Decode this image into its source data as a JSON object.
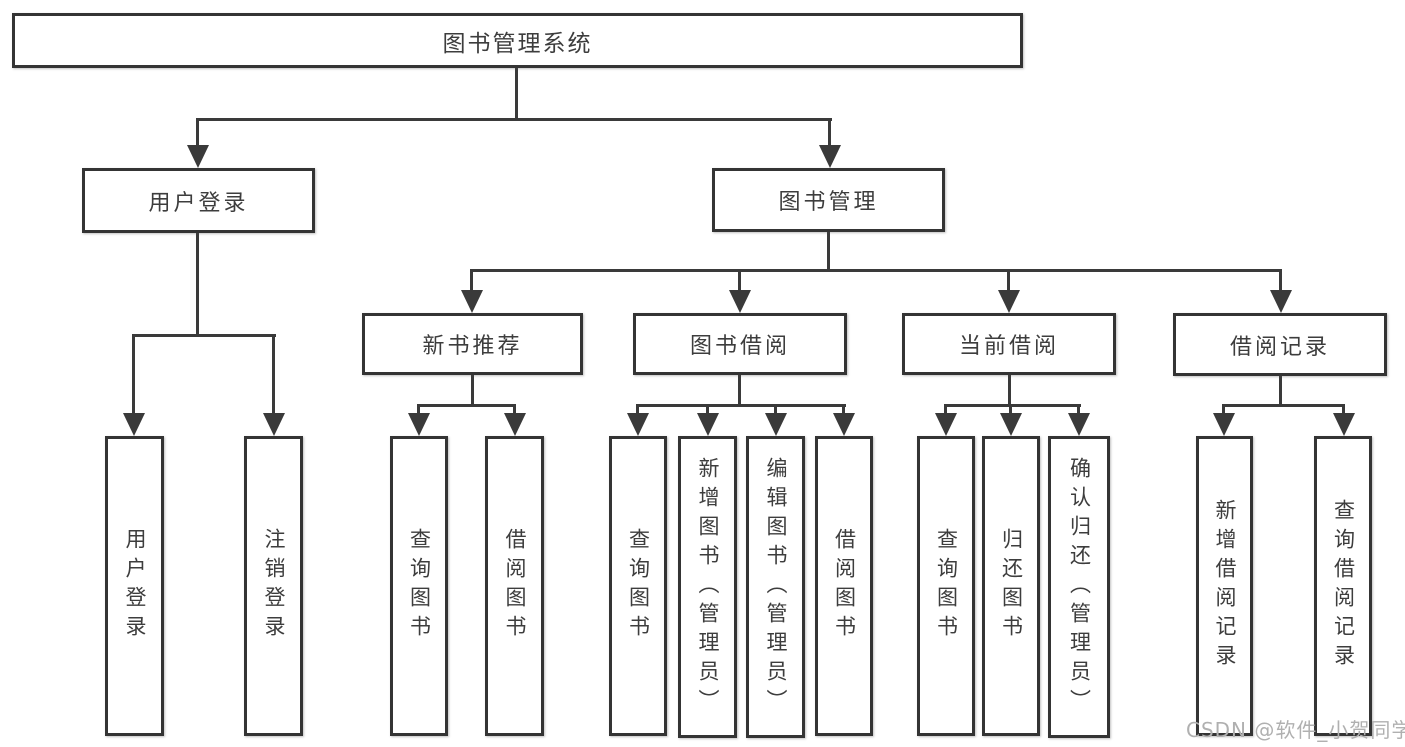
{
  "root": "图书管理系统",
  "level2": [
    "用户登录",
    "图书管理"
  ],
  "level3": [
    "新书推荐",
    "图书借阅",
    "当前借阅",
    "借阅记录"
  ],
  "leaves": {
    "user_login": [
      "用户登录",
      "注销登录"
    ],
    "new_book": [
      "查询图书",
      "借阅图书"
    ],
    "book_borrow": [
      "查询图书",
      "新增图书（管理员）",
      "编辑图书（管理员）",
      "借阅图书"
    ],
    "current_borrow": [
      "查询图书",
      "归还图书",
      "确认归还（管理员）"
    ],
    "borrow_records": [
      "新增借阅记录",
      "查询借阅记录"
    ]
  },
  "watermark": "CSDN @软件_小贺同学",
  "colors": {
    "line": "#3a3a3a",
    "text": "#3d3d3d",
    "background": "#ffffff"
  }
}
